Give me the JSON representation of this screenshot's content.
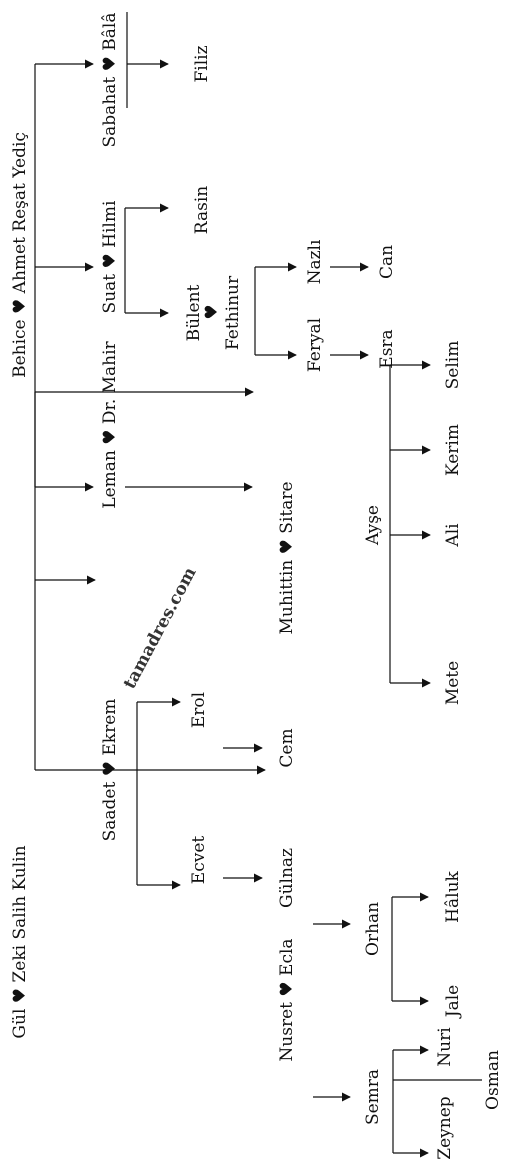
{
  "heart": "♥",
  "watermark": "tamadres.com",
  "people": {
    "gul_zeki": "Gül ♥ Zeki Salih Kulin",
    "behice_ahmet": "Behice ♥ Ahmet Reşat Yediç",
    "nusret_ecla": "Nusret ♥ Ecla",
    "saadet_ekrem": "Saadet ♥ Ekrem",
    "muhittin_sitare": "Muhittin ♥ Sitare",
    "leman_mahir": "Leman ♥ Dr. Mahir",
    "suat_hilmi": "Suat ♥ Hilmi",
    "sabahat_bala": "Sabahat ♥ Bâlâ",
    "semra": "Semra",
    "orhan": "Orhan",
    "ecvet": "Ecvet",
    "erol": "Erol",
    "ayse": "Ayşe",
    "bulent": "Bülent",
    "fethinur": "Fethinur",
    "rasin": "Rasin",
    "filiz": "Filiz",
    "zeynep": "Zeynep",
    "nuri": "Nuri",
    "osman": "Osman",
    "jale": "Jale",
    "haluk": "Hâluk",
    "gulnaz": "Gülnaz",
    "cem": "Cem",
    "mete": "Mete",
    "ali": "Ali",
    "kerim": "Kerim",
    "selim": "Selim",
    "feryal": "Feryal",
    "nazli": "Nazlı",
    "esra": "Esra",
    "can": "Can"
  }
}
